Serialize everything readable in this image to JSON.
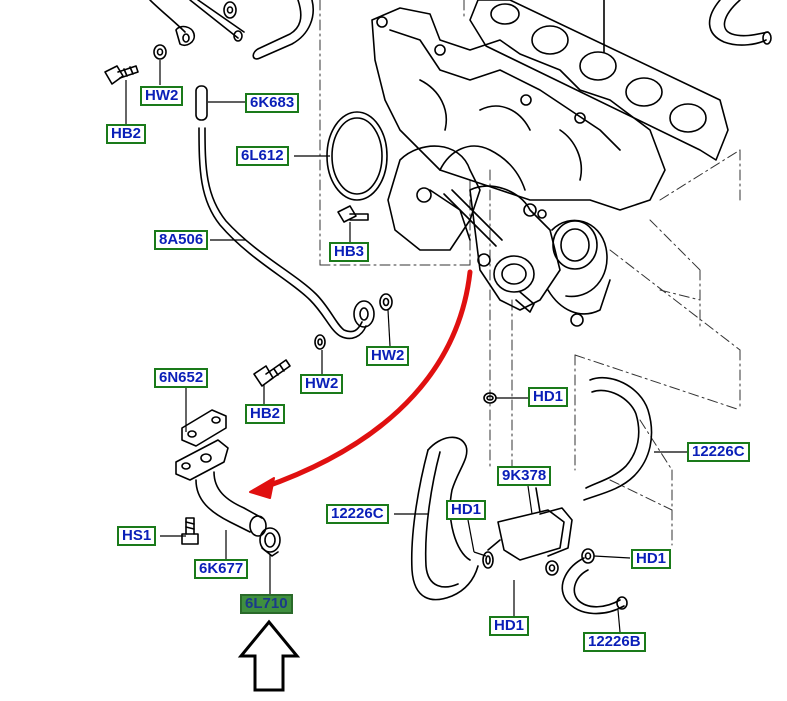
{
  "parts": [
    {
      "id": "hw2_top",
      "text": "HW2"
    },
    {
      "id": "6k683",
      "text": "6K683"
    },
    {
      "id": "hb2_top",
      "text": "HB2"
    },
    {
      "id": "6l612",
      "text": "6L612"
    },
    {
      "id": "hb3",
      "text": "HB3"
    },
    {
      "id": "8a506",
      "text": "8A506"
    },
    {
      "id": "hw2_mid_right",
      "text": "HW2"
    },
    {
      "id": "6n652",
      "text": "6N652"
    },
    {
      "id": "hw2_mid",
      "text": "HW2"
    },
    {
      "id": "hb2_mid",
      "text": "HB2"
    },
    {
      "id": "hd1_center",
      "text": "HD1"
    },
    {
      "id": "12226c_right",
      "text": "12226C"
    },
    {
      "id": "9k378",
      "text": "9K378"
    },
    {
      "id": "12226c_left",
      "text": "12226C"
    },
    {
      "id": "hd1_left",
      "text": "HD1"
    },
    {
      "id": "hs1",
      "text": "HS1"
    },
    {
      "id": "hd1_right",
      "text": "HD1"
    },
    {
      "id": "6k677",
      "text": "6K677"
    },
    {
      "id": "6l710",
      "text": "6L710"
    },
    {
      "id": "hd1_bottom",
      "text": "HD1"
    },
    {
      "id": "12226b",
      "text": "12226B"
    }
  ],
  "selected_part": "6L710",
  "colors": {
    "label_text": "#0a1fb8",
    "label_border": "#1a7a1a",
    "selected_fill": "#3f8f3f",
    "arrow": "#e01010"
  }
}
